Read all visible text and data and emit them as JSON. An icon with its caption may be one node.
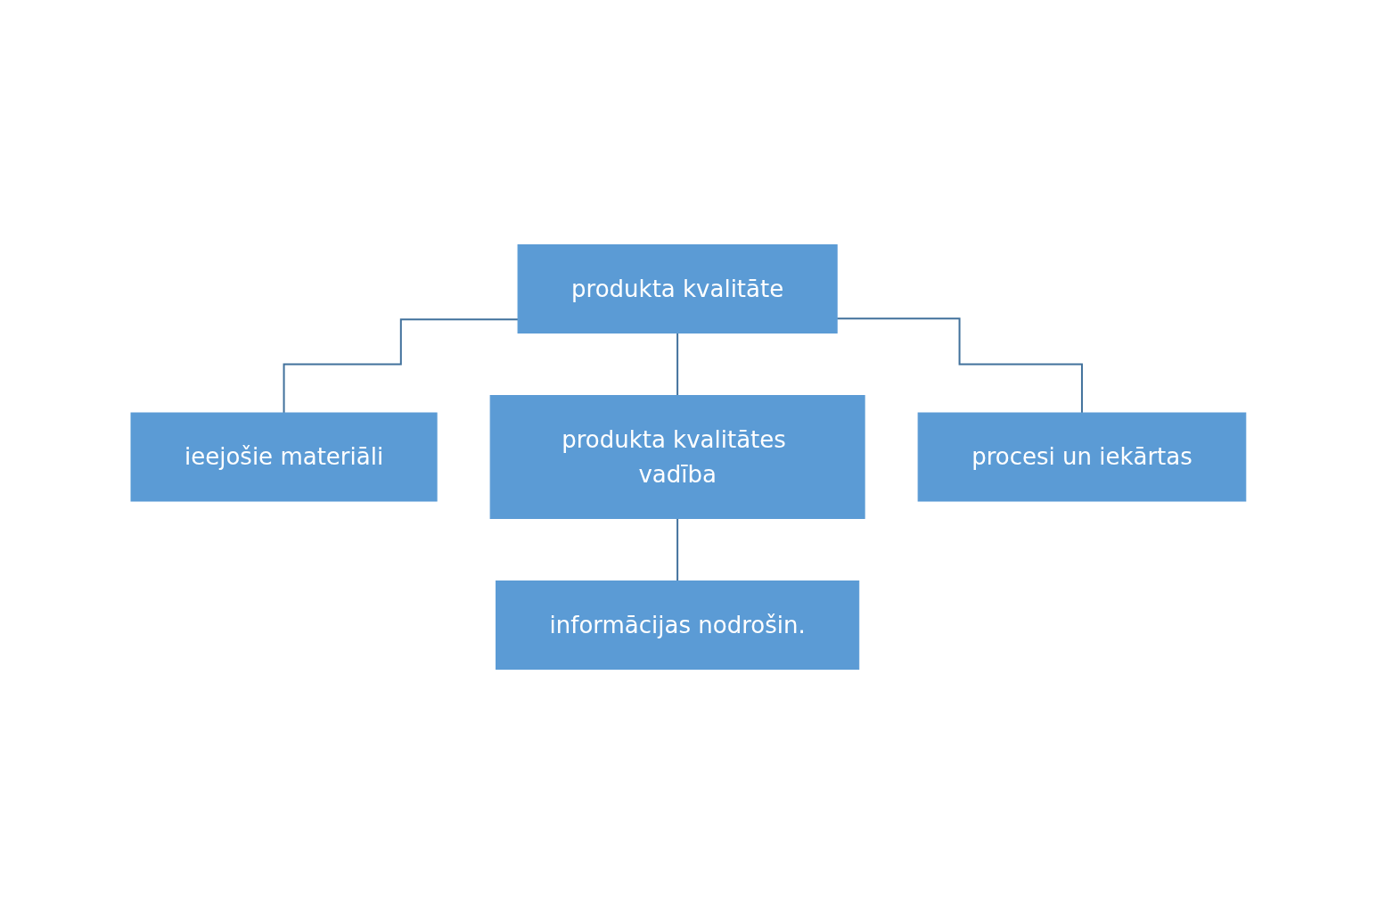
{
  "diagram": {
    "nodes": [
      {
        "text": [
          "produkta kvalitāte"
        ]
      },
      {
        "text": [
          "ieejošie materiāli"
        ]
      },
      {
        "text": [
          "produkta kvalitātes vadība"
        ]
      },
      {
        "text": [
          "procesi un iekārtas"
        ]
      },
      {
        "text": [
          "informācijas nodrošin."
        ]
      }
    ],
    "edges": [
      {
        "from": 0,
        "to": 1,
        "arrow": "none"
      },
      {
        "from": 0,
        "to": 2,
        "arrow": "none"
      },
      {
        "from": 0,
        "to": 3,
        "arrow": "none"
      },
      {
        "from": 2,
        "to": 4,
        "arrow": "none"
      }
    ]
  }
}
